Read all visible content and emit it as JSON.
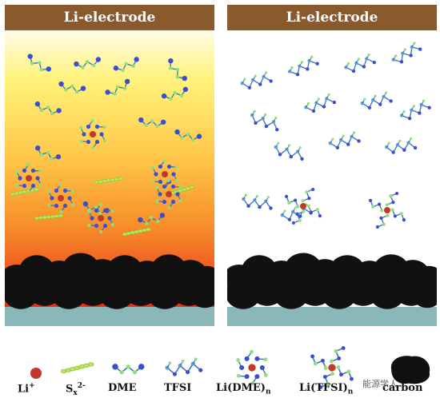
{
  "panels": {
    "left_title": "Li-electrode",
    "right_title": "Li-electrode"
  },
  "legend": [
    {
      "name": "lithium-ion",
      "base": "Li",
      "sup": "+",
      "sub": ""
    },
    {
      "name": "polysulfide",
      "base": "S",
      "sup": "2-",
      "sub": "x"
    },
    {
      "name": "dme",
      "base": "DME",
      "sup": "",
      "sub": ""
    },
    {
      "name": "tfsi",
      "base": "TFSI",
      "sup": "",
      "sub": ""
    },
    {
      "name": "li-dme-complex",
      "base": "Li(DME)",
      "sup": "",
      "sub": "n"
    },
    {
      "name": "li-tfsi-complex",
      "base": "Li(TFSI)",
      "sup": "",
      "sub": "n"
    },
    {
      "name": "carbon",
      "base": "carbon",
      "sup": "",
      "sub": ""
    }
  ],
  "watermark": "能源学人",
  "colors": {
    "header": "#8a5a2c",
    "substrate": "#8ab8b8",
    "carbon": "#111111",
    "lithium": "#c0392b",
    "nitrogen": "#3a4fd0",
    "fluorine": "#8ee07a",
    "sulfur": "#b9e85a",
    "gradient_top": "#ffffff",
    "gradient_mid": "#f7a02a",
    "gradient_bottom": "#e8301a"
  }
}
